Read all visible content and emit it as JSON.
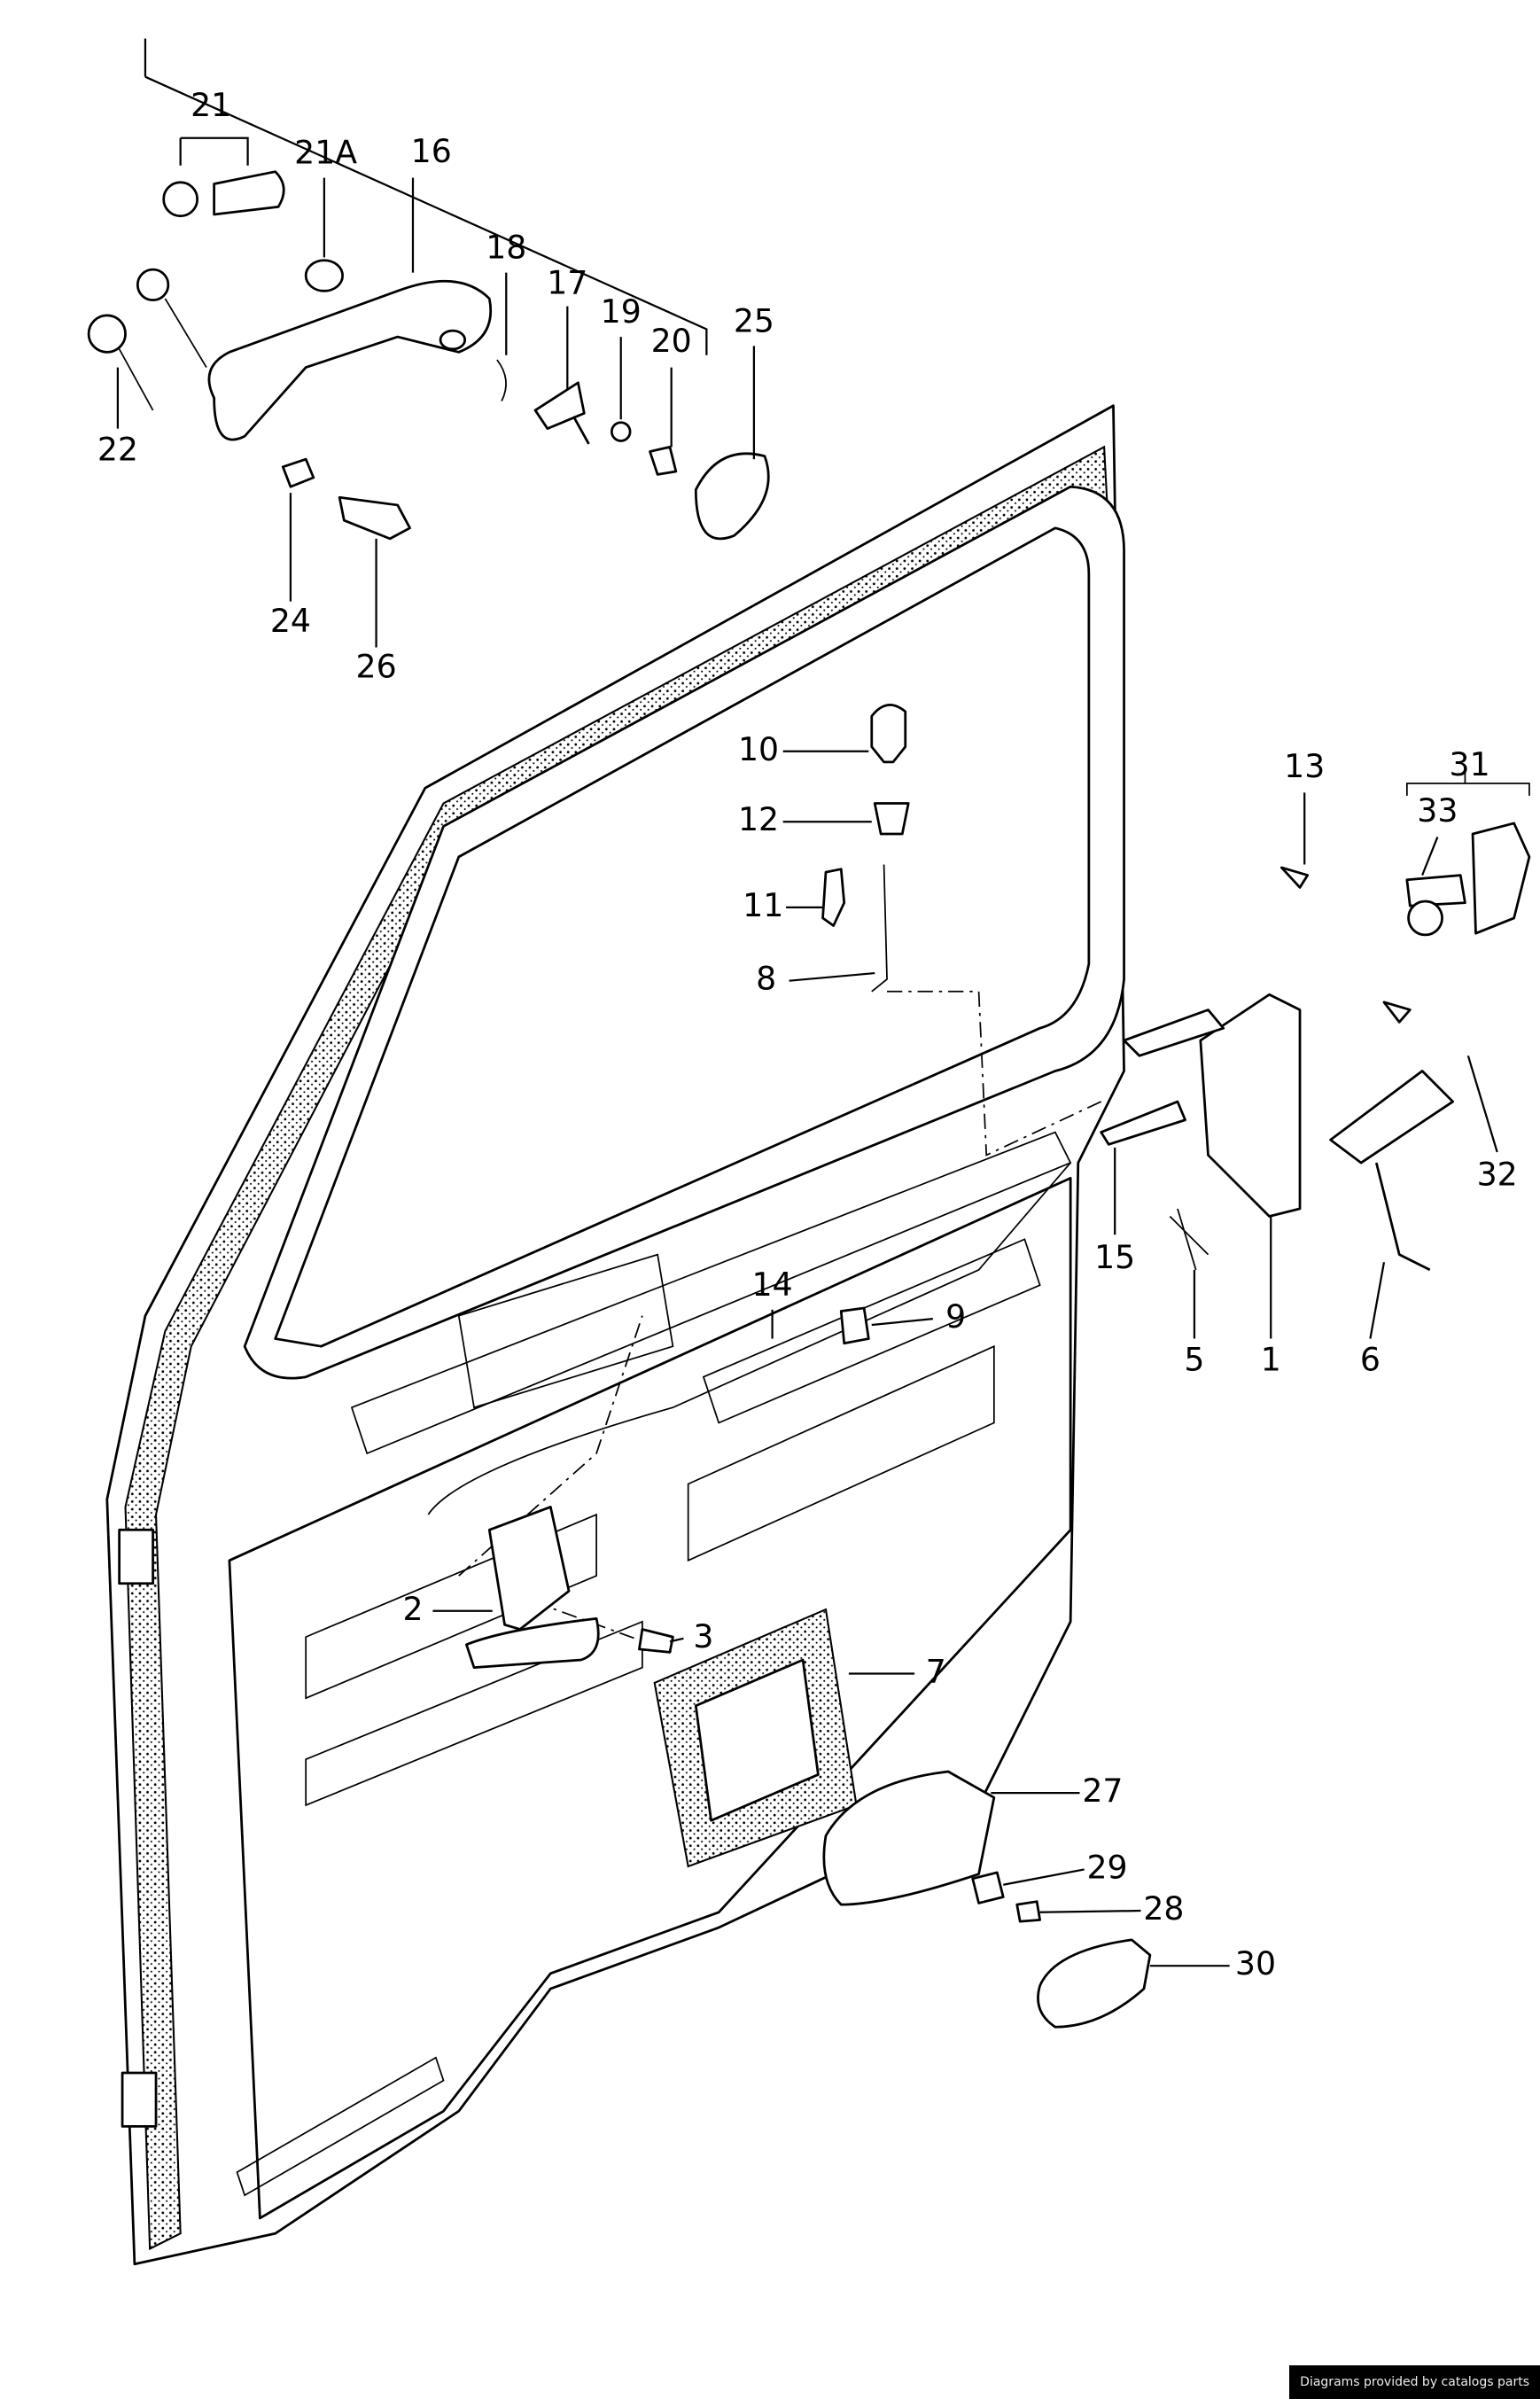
{
  "callouts": {
    "p1": "1",
    "p2": "2",
    "p3": "3",
    "p5": "5",
    "p6": "6",
    "p7": "7",
    "p8": "8",
    "p9": "9",
    "p10": "10",
    "p11": "11",
    "p12": "12",
    "p13": "13",
    "p14": "14",
    "p15": "15",
    "p16": "16",
    "p17": "17",
    "p18": "18",
    "p19": "19",
    "p20": "20",
    "p21": "21",
    "p21A": "21A",
    "p22": "22",
    "p24": "24",
    "p25": "25",
    "p26": "26",
    "p27": "27",
    "p28": "28",
    "p29": "29",
    "p30": "30",
    "p31": "31",
    "p32": "32",
    "p33": "33"
  },
  "footer": {
    "credit": "Diagrams provided by catalogs parts"
  }
}
